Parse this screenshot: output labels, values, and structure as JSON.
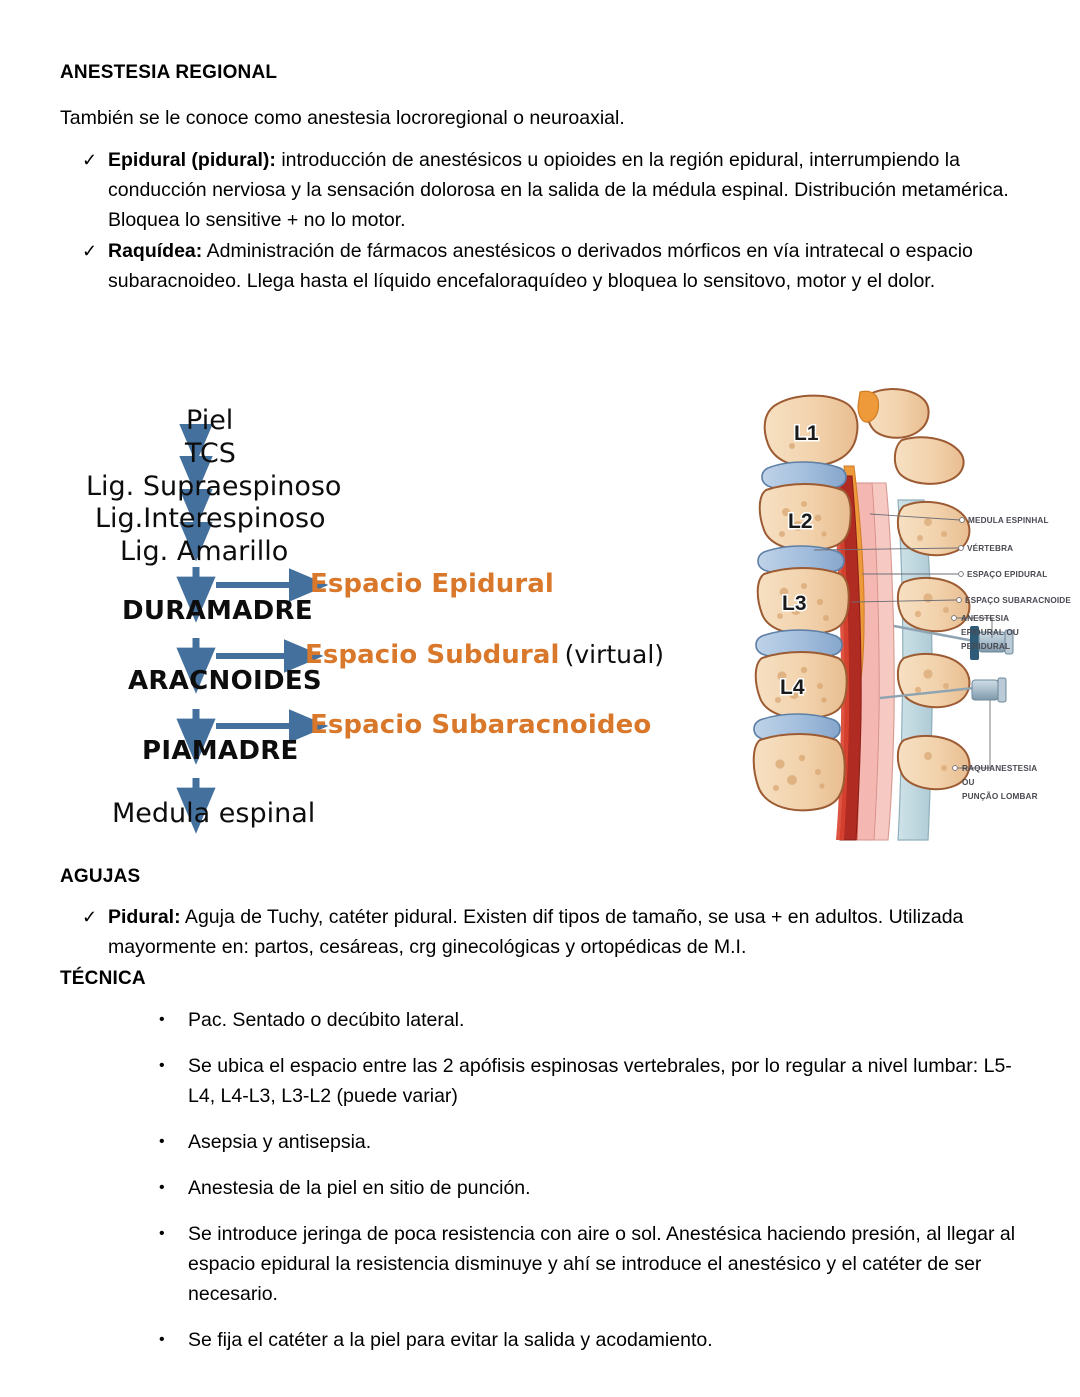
{
  "document": {
    "title": "ANESTESIA REGIONAL",
    "intro": "También se le conoce como anestesia locroregional o neuroaxial.",
    "check_glyph": "✓",
    "dot_glyph": "•"
  },
  "regional_types": [
    {
      "term": "Epidural (pidural):",
      "text": " introducción de anestésicos u opioides en la región epidural, interrumpiendo la conducción nerviosa y la sensación dolorosa en la salida de la médula espinal. Distribución metamérica. Bloquea lo sensitive + no lo motor."
    },
    {
      "term": "Raquídea:",
      "text": " Administración de fármacos anestésicos o derivados mórficos en vía intratecal o espacio subaracnoideo. Llega hasta el líquido encefaloraquídeo y bloquea lo sensitovo, motor y el dolor."
    }
  ],
  "flow_diagram": {
    "layers": [
      "Piel",
      "TCS",
      "Lig. Supraespinoso",
      "Lig.Interespinoso",
      "Lig. Amarillo"
    ],
    "membranes": [
      "DURAMADRE",
      "ARACNOIDES",
      "PIAMADRE"
    ],
    "spaces": [
      "Espacio Epidural",
      "Espacio Subdural",
      "Espacio Subaracnoideo"
    ],
    "subdural_note": "(virtual)",
    "terminus": "Medula espinal",
    "arrow_color": "#44709E",
    "space_color": "#D9782A"
  },
  "anatomy_figure": {
    "vertebrae": [
      "L1",
      "L2",
      "L3",
      "L4"
    ],
    "callouts": [
      "MEDULA ESPINHAL",
      "VÉRTEBRA",
      "ESPAÇO EPIDURAL",
      "ESPAÇO SUBARACNOIDE"
    ],
    "needle_labels": [
      [
        "ANESTESIA",
        "EPIDURAL OU",
        "PERIDURAL"
      ],
      [
        "RAQUIANESTESIA",
        "OU",
        "PUNÇÃO LOMBAR"
      ]
    ]
  },
  "needles_section": {
    "heading": "AGUJAS",
    "items": [
      {
        "term": "Pidural:",
        "text": " Aguja de Tuchy, catéter pidural. Existen dif tipos de tamaño, se usa + en adultos. Utilizada mayormente en: partos, cesáreas, crg ginecológicas y ortopédicas de M.I."
      }
    ]
  },
  "technique_section": {
    "heading": "TÉCNICA",
    "steps": [
      "Pac. Sentado o  decúbito lateral.",
      "Se ubica el espacio entre las 2 apófisis espinosas vertebrales, por lo regular a nivel lumbar: L5-L4, L4-L3, L3-L2 (puede variar)",
      "Asepsia y antisepsia.",
      "Anestesia de la piel  en sitio de punción.",
      "Se introduce jeringa de poca resistencia con aire o sol. Anestésica haciendo presión, al llegar al espacio epidural la resistencia disminuye y ahí se introduce el anestésico y el catéter de ser necesario.",
      "Se fija el catéter a la piel para evitar la salida y acodamiento."
    ]
  }
}
